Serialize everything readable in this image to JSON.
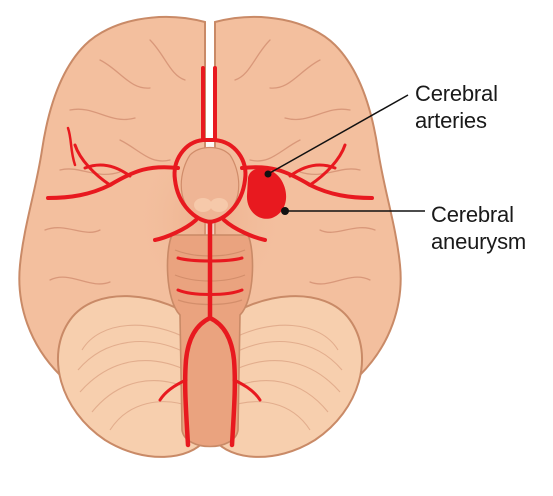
{
  "labels": {
    "cerebral_arteries": {
      "line1": "Cerebral",
      "line2": "arteries"
    },
    "cerebral_aneurysm": {
      "line1": "Cerebral",
      "line2": "aneurysm"
    }
  },
  "colors": {
    "brain": "#f3bf9e",
    "brain_shadow": "#e9a883",
    "brain_outline": "#c98a67",
    "cerebellum": "#f7cfae",
    "brainstem": "#eaa37f",
    "artery": "#e8191f",
    "aneurysm": "#e8191f",
    "leader_line": "#111111"
  }
}
